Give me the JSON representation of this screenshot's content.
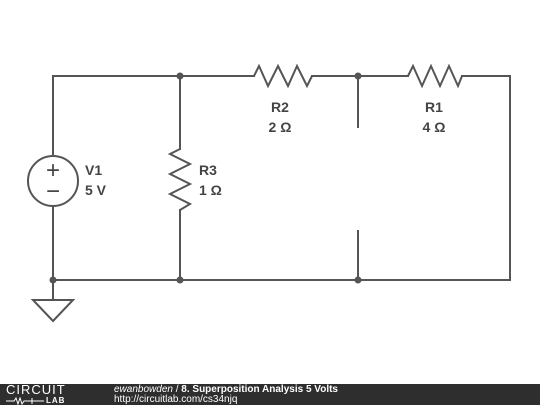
{
  "components": {
    "v1": {
      "name": "V1",
      "value": "5 V"
    },
    "r1": {
      "name": "R1",
      "value": "4 Ω"
    },
    "r2": {
      "name": "R2",
      "value": "2 Ω"
    },
    "r3": {
      "name": "R3",
      "value": "1 Ω"
    },
    "source_plus": "+",
    "source_minus": "−"
  },
  "footer": {
    "logo_top": "CIRCUIT",
    "logo_bottom": "LAB",
    "author": "ewanbowden",
    "separator": " / ",
    "title": "8. Superposition Analysis 5 Volts",
    "url": "http://circuitlab.com/cs34njq"
  },
  "colors": {
    "wire": "#555555",
    "footer_bg": "#2e2e2e",
    "footer_text": "#ffffff"
  }
}
